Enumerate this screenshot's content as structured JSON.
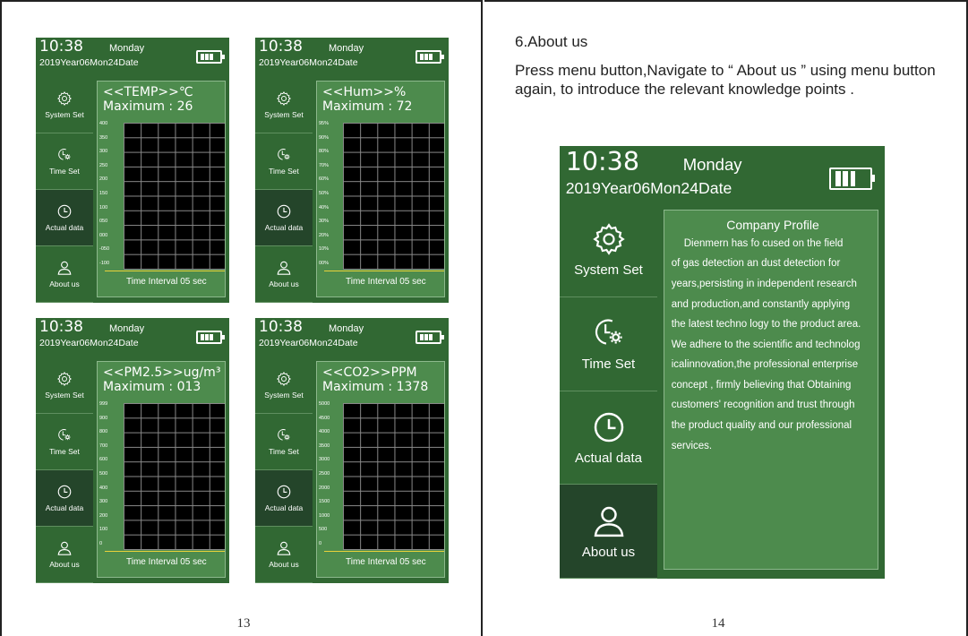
{
  "screen": {
    "time": "10:38",
    "day": "Monday",
    "date": "2019Year06Mon24Date"
  },
  "menu": {
    "system_set": "System Set",
    "time_set": "Time Set",
    "actual_data": "Actual data",
    "about_us": "About us"
  },
  "time_interval": "Time Interval 05 sec",
  "charts": [
    {
      "title": "<<TEMP>>℃",
      "maximum": "Maximum : 26",
      "ticks": [
        "400",
        "350",
        "300",
        "250",
        "200",
        "150",
        "100",
        "050",
        "000",
        "-050",
        "-100"
      ]
    },
    {
      "title": "<<Hum>>%",
      "maximum": "Maximum : 72",
      "ticks": [
        "95%",
        "90%",
        "80%",
        "70%",
        "60%",
        "50%",
        "40%",
        "30%",
        "20%",
        "10%",
        "00%"
      ]
    },
    {
      "title": "<<PM2.5>>ug/m³",
      "maximum": "Maximum : 013",
      "ticks": [
        "999",
        "900",
        "800",
        "700",
        "600",
        "500",
        "400",
        "300",
        "200",
        "100",
        "0"
      ]
    },
    {
      "title": "<<CO2>>PPM",
      "maximum": "Maximum : 1378",
      "ticks": [
        "5000",
        "4500",
        "4000",
        "3500",
        "3000",
        "2500",
        "2000",
        "1500",
        "1000",
        "500",
        "0"
      ]
    }
  ],
  "page13": {
    "number": "13"
  },
  "page14": {
    "number": "14",
    "heading": "6.About us",
    "paragraph": "Press menu button,Navigate to  “ About us ”  using menu button again, to introduce the relevant knowledge points .",
    "profile_title": "Company Profile",
    "profile_lines": [
      "Dienmern has fo cused on the field",
      "of gas detection an dust detection for",
      "years,persisting in independent research",
      "and production,and constantly applying",
      "the latest techno logy to the product area.",
      "We adhere to the scientific and technolog",
      "icalinnovation,the professional enterprise",
      "concept , firmly  believing that Obtaining",
      "customers' recognition and trust through",
      "the product quality and our professional",
      "services."
    ]
  },
  "colors": {
    "screen_bg": "#316833",
    "content_bg": "#4d8b4d",
    "active_bg": "#24452a"
  }
}
